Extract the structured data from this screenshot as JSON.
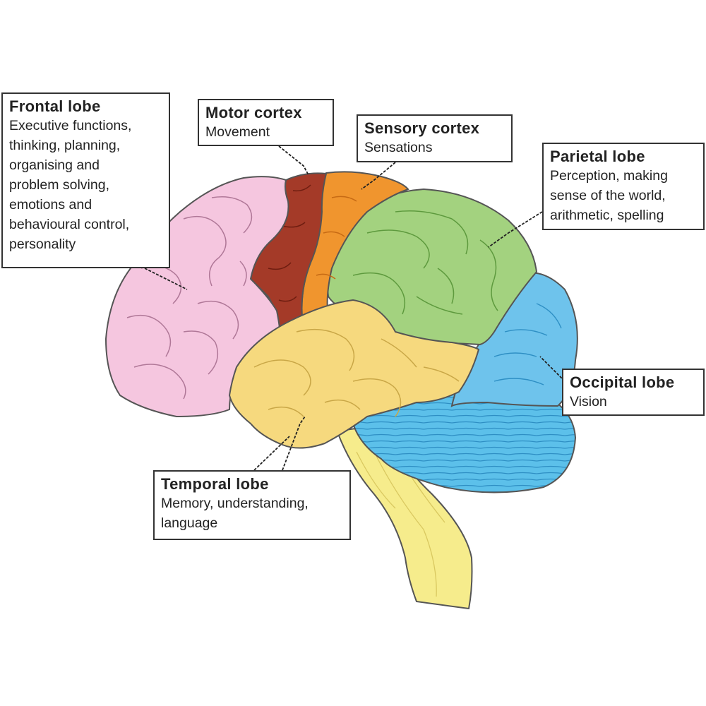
{
  "labels": {
    "frontal": {
      "title": "Frontal lobe",
      "desc": "Executive functions,\nthinking, planning,\norganising and\nproblem solving,\nemotions and\nbehavioural control,\npersonality"
    },
    "motor": {
      "title": "Motor cortex",
      "desc": "Movement"
    },
    "sensory": {
      "title": "Sensory cortex",
      "desc": "Sensations"
    },
    "parietal": {
      "title": "Parietal lobe",
      "desc": "Perception, making\nsense of the world,\narithmetic, spelling"
    },
    "occipital": {
      "title": "Occipital lobe",
      "desc": "Vision"
    },
    "temporal": {
      "title": "Temporal lobe",
      "desc": "Memory, understanding,\nlanguage"
    }
  },
  "colors": {
    "frontal": "#f5c6df",
    "motor": "#a43a28",
    "sensory": "#f0952e",
    "parietal": "#a3d27f",
    "occipital": "#6ec3ec",
    "temporal": "#f6d97e",
    "cerebellum": "#5cc0ea",
    "brainstem": "#f6ec8c",
    "outline": "#555555"
  }
}
